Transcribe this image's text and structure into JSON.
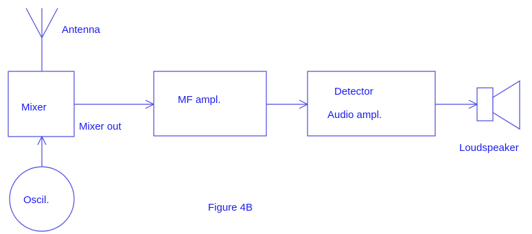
{
  "labels": {
    "antenna": "Antenna",
    "mixer": "Mixer",
    "mixer_out": "Mixer out",
    "mf_ampl": "MF ampl.",
    "detector": "Detector",
    "audio_ampl": "Audio ampl.",
    "loudspeaker": "Loudspeaker",
    "oscil": "Oscil.",
    "figure": "Figure 4B"
  },
  "colors": {
    "line": "#4a4ae0",
    "text": "#1a1aee"
  }
}
